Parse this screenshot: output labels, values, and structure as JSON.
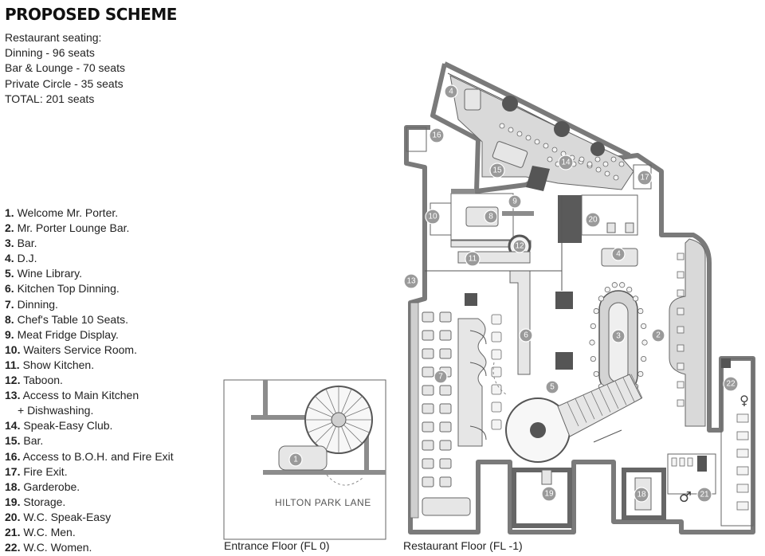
{
  "title": "PROPOSED SCHEME",
  "seating": [
    "Restaurant seating:",
    "Dinning - 96 seats",
    "Bar & Lounge - 70 seats",
    "Private Circle - 35 seats",
    "TOTAL: 201 seats"
  ],
  "legend": [
    {
      "num": "1.",
      "text": "Welcome Mr. Porter."
    },
    {
      "num": "2.",
      "text": "Mr. Porter Lounge Bar."
    },
    {
      "num": "3.",
      "text": "Bar."
    },
    {
      "num": "4.",
      "text": "D.J."
    },
    {
      "num": "5.",
      "text": "Wine Library."
    },
    {
      "num": "6.",
      "text": "Kitchen Top Dinning."
    },
    {
      "num": "7.",
      "text": "Dinning."
    },
    {
      "num": "8.",
      "text": "Chef's Table 10 Seats."
    },
    {
      "num": "9.",
      "text": "Meat Fridge Display."
    },
    {
      "num": "10.",
      "text": "Waiters Service Room."
    },
    {
      "num": "11.",
      "text": "Show Kitchen."
    },
    {
      "num": "12.",
      "text": "Taboon."
    },
    {
      "num": "13.",
      "text": "Access to Main Kitchen"
    },
    {
      "num": "",
      "text": "+ Dishwashing."
    },
    {
      "num": "14.",
      "text": "Speak-Easy Club."
    },
    {
      "num": "15.",
      "text": "Bar."
    },
    {
      "num": "16.",
      "text": "Access to B.O.H. and Fire Exit"
    },
    {
      "num": "17.",
      "text": "Fire Exit."
    },
    {
      "num": "18.",
      "text": "Garderobe."
    },
    {
      "num": "19.",
      "text": "Storage."
    },
    {
      "num": "20.",
      "text": "W.C. Speak-Easy"
    },
    {
      "num": "21.",
      "text": "W.C. Men."
    },
    {
      "num": "22.",
      "text": "W.C. Women."
    }
  ],
  "plan": {
    "entrance_caption": "Entrance Floor (FL 0)",
    "restaurant_caption": "Restaurant Floor (FL -1)",
    "street_label": "HILTON PARK LANE",
    "markers": {
      "m1": "1",
      "m2": "2",
      "m3": "3",
      "m4": "4",
      "m4b": "4",
      "m5": "5",
      "m6": "6",
      "m7": "7",
      "m8": "8",
      "m9": "9",
      "m10": "10",
      "m11": "11",
      "m12": "12",
      "m13": "13",
      "m14": "14",
      "m15": "15",
      "m16": "16",
      "m17": "17",
      "m18": "18",
      "m19": "19",
      "m20": "20",
      "m21": "21",
      "m22": "22"
    },
    "symbols": {
      "male": "♂",
      "female": "♀"
    }
  }
}
